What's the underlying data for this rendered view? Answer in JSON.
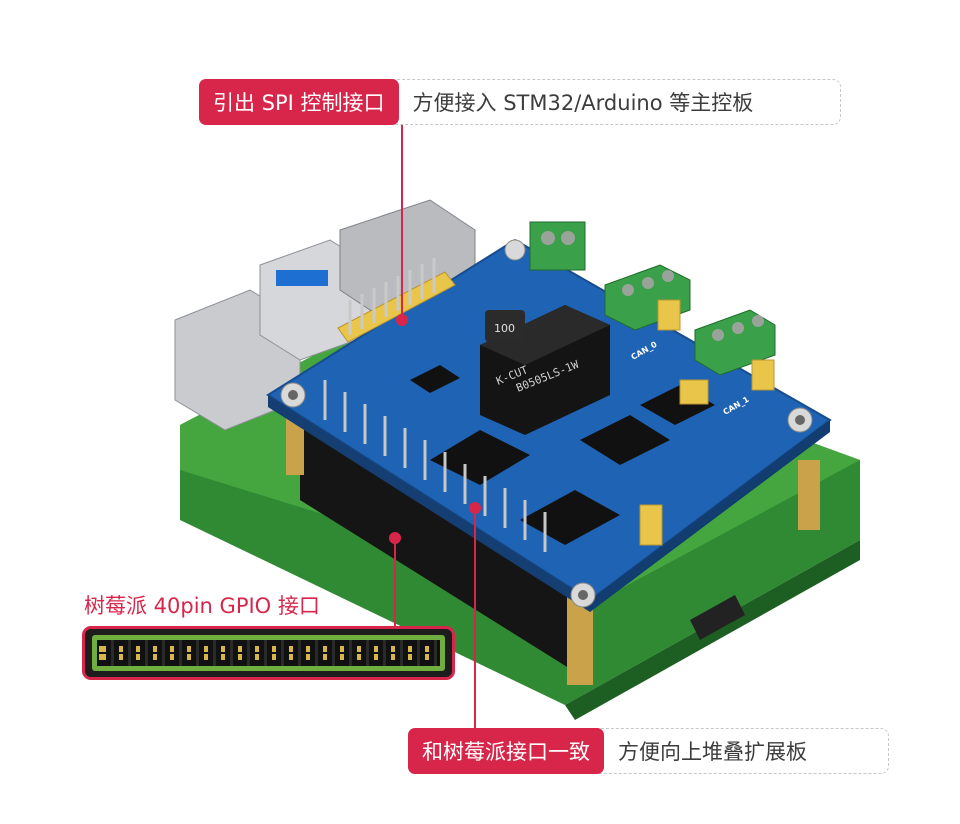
{
  "callouts": {
    "spi": {
      "tag": "引出 SPI 控制接口",
      "desc": "方便接入 STM32/Arduino 等主控板"
    },
    "stack": {
      "tag": "和树莓派接口一致",
      "desc": "方便向上堆叠扩展板"
    }
  },
  "gpio": {
    "label": "树莓派 40pin GPIO 接口"
  },
  "board_text": {
    "dcdc_brand": "K-CUT",
    "dcdc_model": "B0505LS-1W",
    "inductor": "100",
    "can0": "CAN_0",
    "can1": "CAN_1"
  },
  "colors": {
    "accent": "#d8264b",
    "hat_pcb": "#1f63b4",
    "pi_pcb": "#3f9a3c",
    "header_gold": "#e9c64a"
  }
}
